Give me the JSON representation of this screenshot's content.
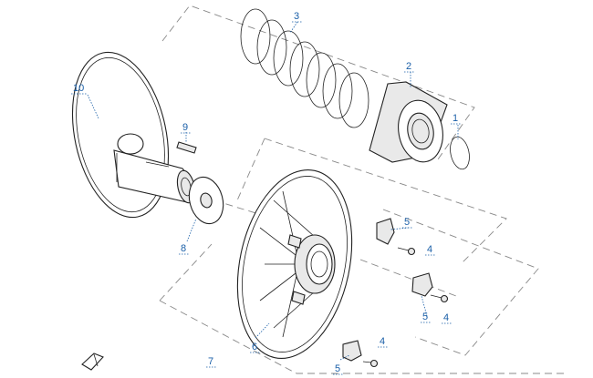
{
  "callouts": [
    {
      "id": "label-1",
      "text": "1"
    },
    {
      "id": "label-2",
      "text": "2"
    },
    {
      "id": "label-3",
      "text": "3"
    },
    {
      "id": "label-4a",
      "text": "4"
    },
    {
      "id": "label-4b",
      "text": "4"
    },
    {
      "id": "label-4c",
      "text": "4"
    },
    {
      "id": "label-5a",
      "text": "5"
    },
    {
      "id": "label-5b",
      "text": "5"
    },
    {
      "id": "label-5c",
      "text": "5"
    },
    {
      "id": "label-6",
      "text": "6"
    },
    {
      "id": "label-7",
      "text": "7"
    },
    {
      "id": "label-8",
      "text": "8"
    },
    {
      "id": "label-9",
      "text": "9"
    },
    {
      "id": "label-10",
      "text": "10"
    }
  ],
  "icons": {
    "front_arrow": "front-arrow-icon"
  },
  "colors": {
    "callout": "#1a5fa8",
    "line": "#222222",
    "dash": "#888888"
  }
}
